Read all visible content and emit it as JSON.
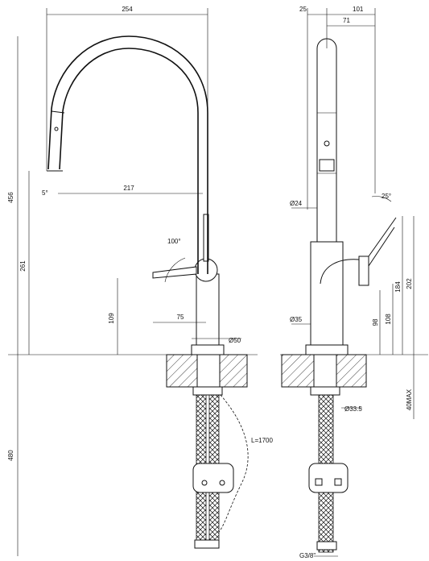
{
  "labels": {
    "w254": "254",
    "h456": "456",
    "h261": "261",
    "h109": "109",
    "h480": "480",
    "reach217": "217",
    "w75": "75",
    "angle100": "100°",
    "angle5": "5°",
    "dia50": "Ø50",
    "hose": "L=1700",
    "w25": "25",
    "w101": "101",
    "w71": "71",
    "dia24": "Ø24",
    "angle25": "25°",
    "dia35": "Ø35",
    "h98": "98",
    "h108": "108",
    "h184": "184",
    "h202": "202",
    "max40": "40MAX",
    "dia33_5": "Ø33.5",
    "thread": "G3/8\""
  }
}
